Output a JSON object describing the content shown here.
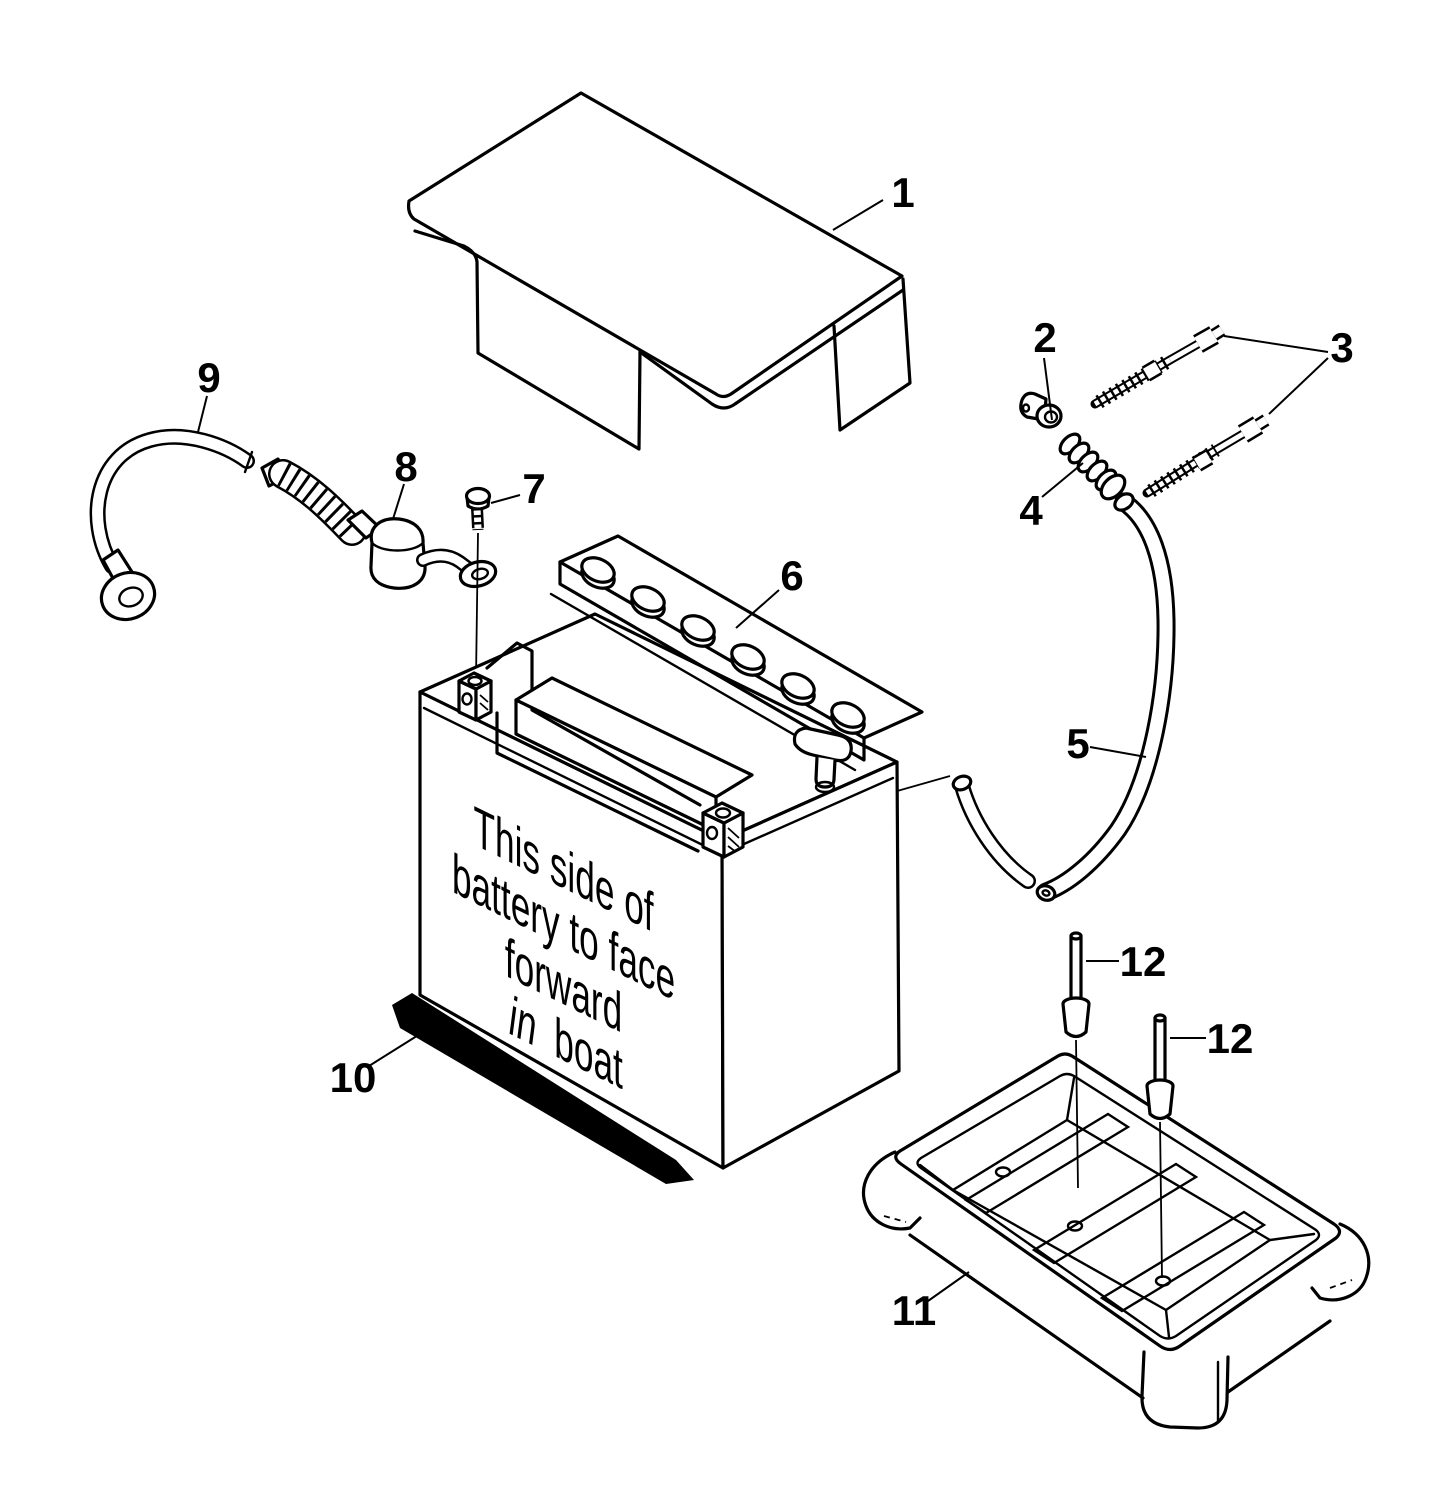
{
  "figure": {
    "type": "exploded-parts-diagram",
    "background_color": "#ffffff",
    "line_color": "#000000",
    "pad_fill_color": "#000000"
  },
  "battery_warning": {
    "lines": [
      "This side of",
      "battery to face",
      "forward"
    ],
    "last_line": {
      "italic_word": "in",
      "rest": "boat"
    }
  },
  "callouts": [
    {
      "number": "1"
    },
    {
      "number": "2"
    },
    {
      "number": "3"
    },
    {
      "number": "4"
    },
    {
      "number": "5"
    },
    {
      "number": "6"
    },
    {
      "number": "7"
    },
    {
      "number": "8"
    },
    {
      "number": "9"
    },
    {
      "number": "10"
    },
    {
      "number": "11"
    },
    {
      "number": "12"
    },
    {
      "number": "12"
    }
  ]
}
